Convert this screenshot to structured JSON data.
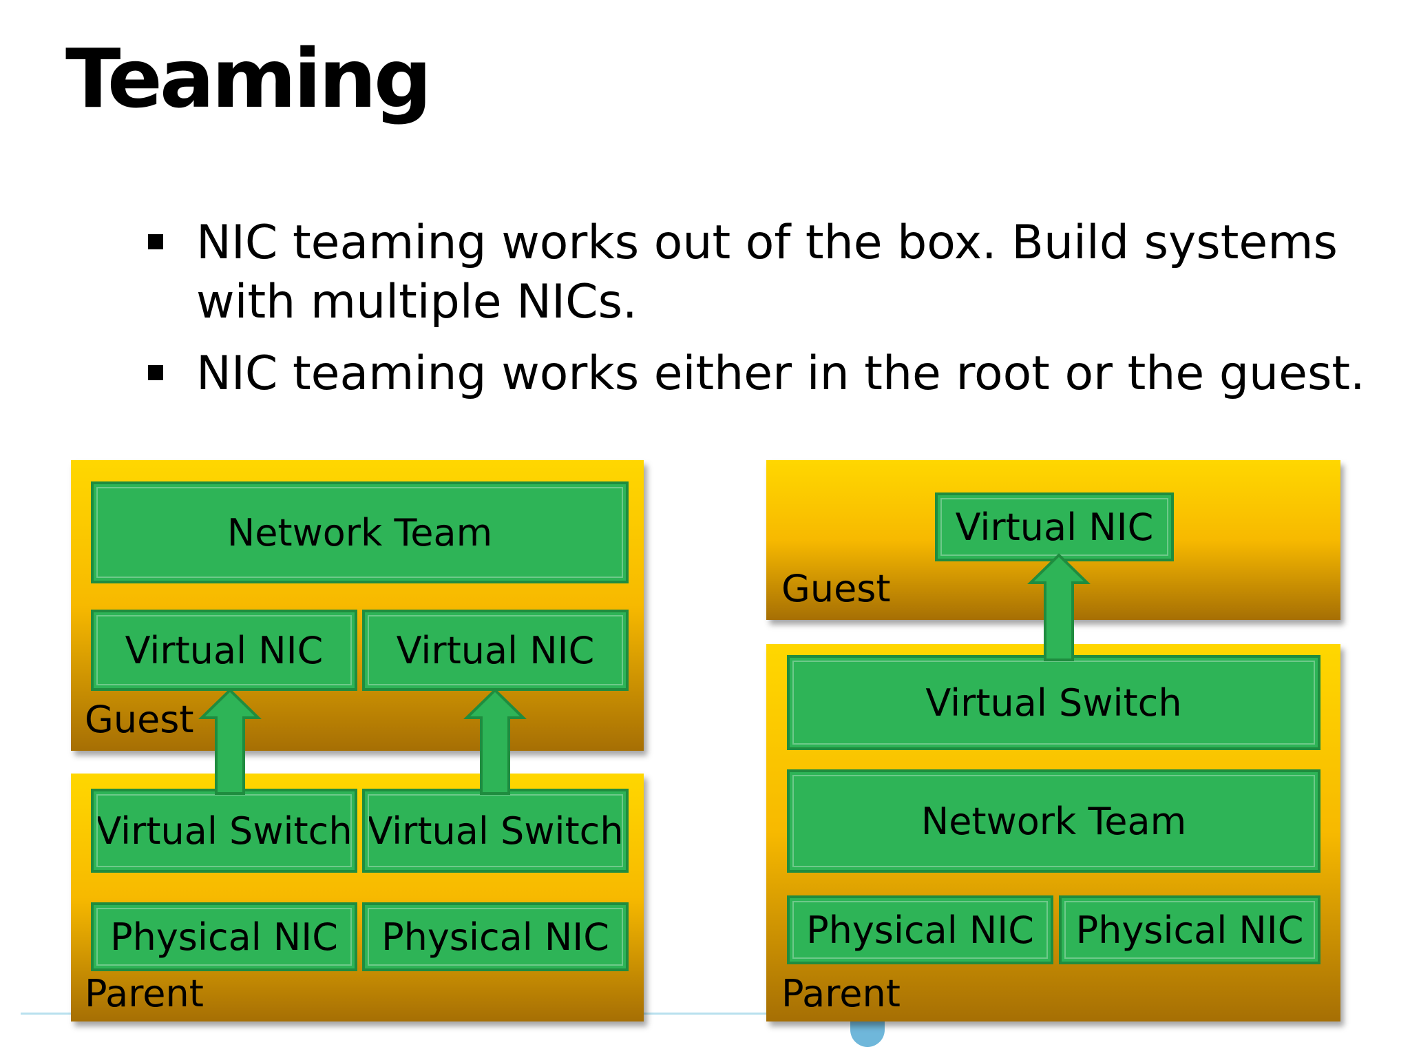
{
  "title": "Teaming",
  "bullets": [
    "NIC teaming works out of the box. Build systems with multiple NICs.",
    "NIC teaming works either in the root or the guest."
  ],
  "left_diagram": {
    "guest_label": "Guest",
    "parent_label": "Parent",
    "network_team": "Network Team",
    "virtual_nic_1": "Virtual NIC",
    "virtual_nic_2": "Virtual NIC",
    "virtual_switch_1": "Virtual Switch",
    "virtual_switch_2": "Virtual Switch",
    "physical_nic_1": "Physical NIC",
    "physical_nic_2": "Physical NIC"
  },
  "right_diagram": {
    "guest_label": "Guest",
    "parent_label": "Parent",
    "virtual_nic": "Virtual NIC",
    "virtual_switch": "Virtual Switch",
    "network_team": "Network Team",
    "physical_nic_1": "Physical NIC",
    "physical_nic_2": "Physical NIC"
  },
  "colors": {
    "box_fill": "#2eb457",
    "box_border": "#1f8c3f",
    "panel_top": "#ffd700",
    "panel_bottom": "#a66f04"
  }
}
